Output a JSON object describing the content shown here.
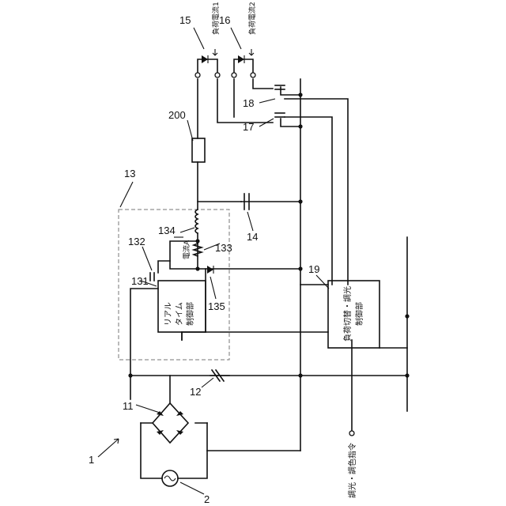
{
  "labels": {
    "system": "1",
    "ac_source": "2",
    "rectifier": "11",
    "capacitor_12": "12",
    "block": "13",
    "capacitor_14": "14",
    "load_15": "15",
    "load_16": "16",
    "switch_17": "17",
    "switch_18": "18",
    "controller_19": "19",
    "sw_131": "131",
    "rt_ctrl": "131",
    "switch_132": "132",
    "resistor": "133",
    "inductor": "134",
    "diode_135": "135",
    "element_200": "200"
  },
  "texts": {
    "load_current_1": "負荷電流1",
    "load_current_2": "負荷電流2",
    "current_a": "電流A",
    "rt_line1": "リアル",
    "rt_line2": "タイム",
    "rt_line3": "制御部",
    "ctrl_line1": "負荷切替・調光",
    "ctrl_line2": "制御部",
    "dimming_cmd": "調光・調色指令"
  }
}
